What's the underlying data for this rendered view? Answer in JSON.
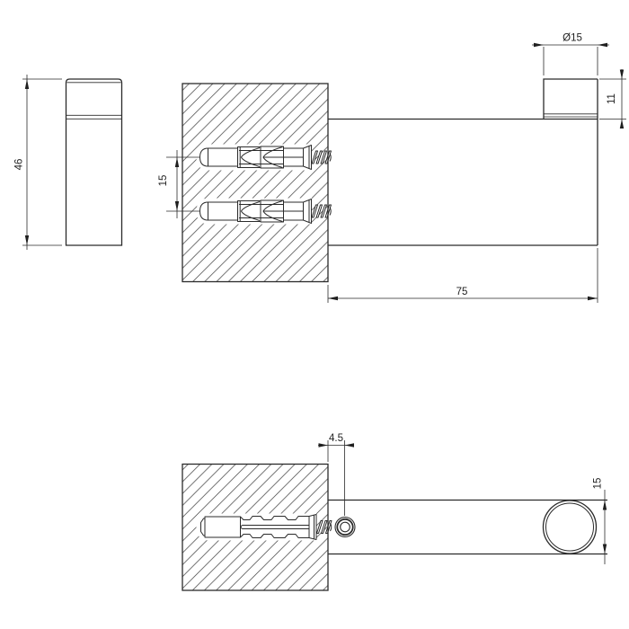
{
  "drawing": {
    "type": "technical-dimension-drawing",
    "subject": "wall-mounted hook with wall plugs and screws",
    "colors": {
      "background": "#ffffff",
      "line": "#2b2b2b",
      "text": "#1f1f1f",
      "hatch": "#3f3f3f"
    },
    "views": {
      "side": {
        "dims": {
          "overall_height": {
            "label": "46"
          }
        }
      },
      "front_section": {
        "dims": {
          "anchor_spacing": {
            "label": "15"
          },
          "knob_diameter": {
            "label": "Ø15"
          },
          "knob_height": {
            "label": "11"
          },
          "projection": {
            "label": "75"
          }
        }
      },
      "plan_section": {
        "dims": {
          "plate_offset": {
            "label": "4.5"
          },
          "body_diameter": {
            "label": "15"
          }
        }
      }
    }
  }
}
